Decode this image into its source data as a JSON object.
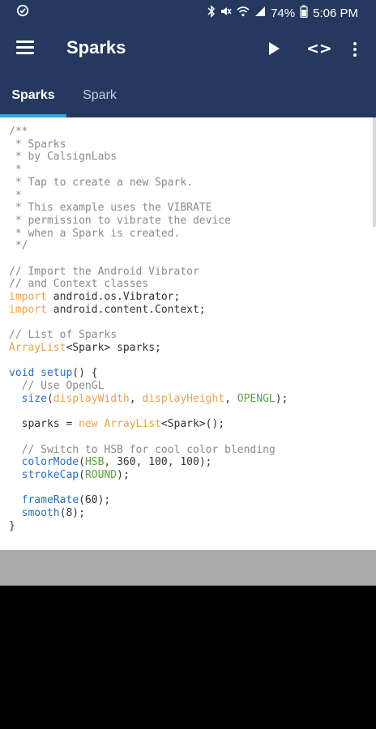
{
  "status_bar": {
    "battery": "74%",
    "time": "5:06 PM",
    "icons": [
      "check-circle-icon",
      "bluetooth-icon",
      "mute-icon",
      "wifi-icon",
      "signal-icon",
      "battery-icon"
    ]
  },
  "app_bar": {
    "title": "Sparks",
    "icons": [
      "menu-icon",
      "play-icon",
      "code-icon",
      "more-icon"
    ]
  },
  "tabs": [
    {
      "label": "Sparks",
      "active": true
    },
    {
      "label": "Spark",
      "active": false
    }
  ],
  "colors": {
    "app_bar": "#25395f",
    "tab_indicator": "#2aa7de",
    "comment": "#8a8a8a",
    "keyword": "#eaa34b",
    "function": "#2b6fb8",
    "constant": "#5da03d"
  },
  "code": {
    "l01": "/**",
    "l02": " * Sparks",
    "l03": " * by CalsignLabs",
    "l04": " *",
    "l05": " * Tap to create a new Spark.",
    "l06": " *",
    "l07": " * This example uses the VIBRATE",
    "l08": " * permission to vibrate the device",
    "l09": " * when a Spark is created.",
    "l10": " */",
    "l12": "// Import the Android Vibrator",
    "l13": "// and Context classes",
    "l14a": "import",
    "l14b": " android.os.Vibrator;",
    "l15a": "import",
    "l15b": " android.content.Context;",
    "l17": "// List of Sparks",
    "l18a": "ArrayList",
    "l18b": "<Spark> sparks;",
    "l20a": "void",
    "l20b": " ",
    "l20c": "setup",
    "l20d": "() {",
    "l21": "  // Use OpenGL",
    "l22a": "  ",
    "l22b": "size",
    "l22c": "(",
    "l22d": "displayWidth",
    "l22e": ", ",
    "l22f": "displayHeight",
    "l22g": ", ",
    "l22h": "OPENGL",
    "l22i": ");",
    "l24a": "  sparks = ",
    "l24b": "new",
    "l24c": " ",
    "l24d": "ArrayList",
    "l24e": "<Spark>();",
    "l26": "  // Switch to HSB for cool color blending",
    "l27a": "  ",
    "l27b": "colorMode",
    "l27c": "(",
    "l27d": "HSB",
    "l27e": ", 360, 100, 100);",
    "l28a": "  ",
    "l28b": "strokeCap",
    "l28c": "(",
    "l28d": "ROUND",
    "l28e": ");",
    "l30a": "  ",
    "l30b": "frameRate",
    "l30c": "(60);",
    "l31a": "  ",
    "l31b": "smooth",
    "l31c": "(8);",
    "l32": "}"
  }
}
